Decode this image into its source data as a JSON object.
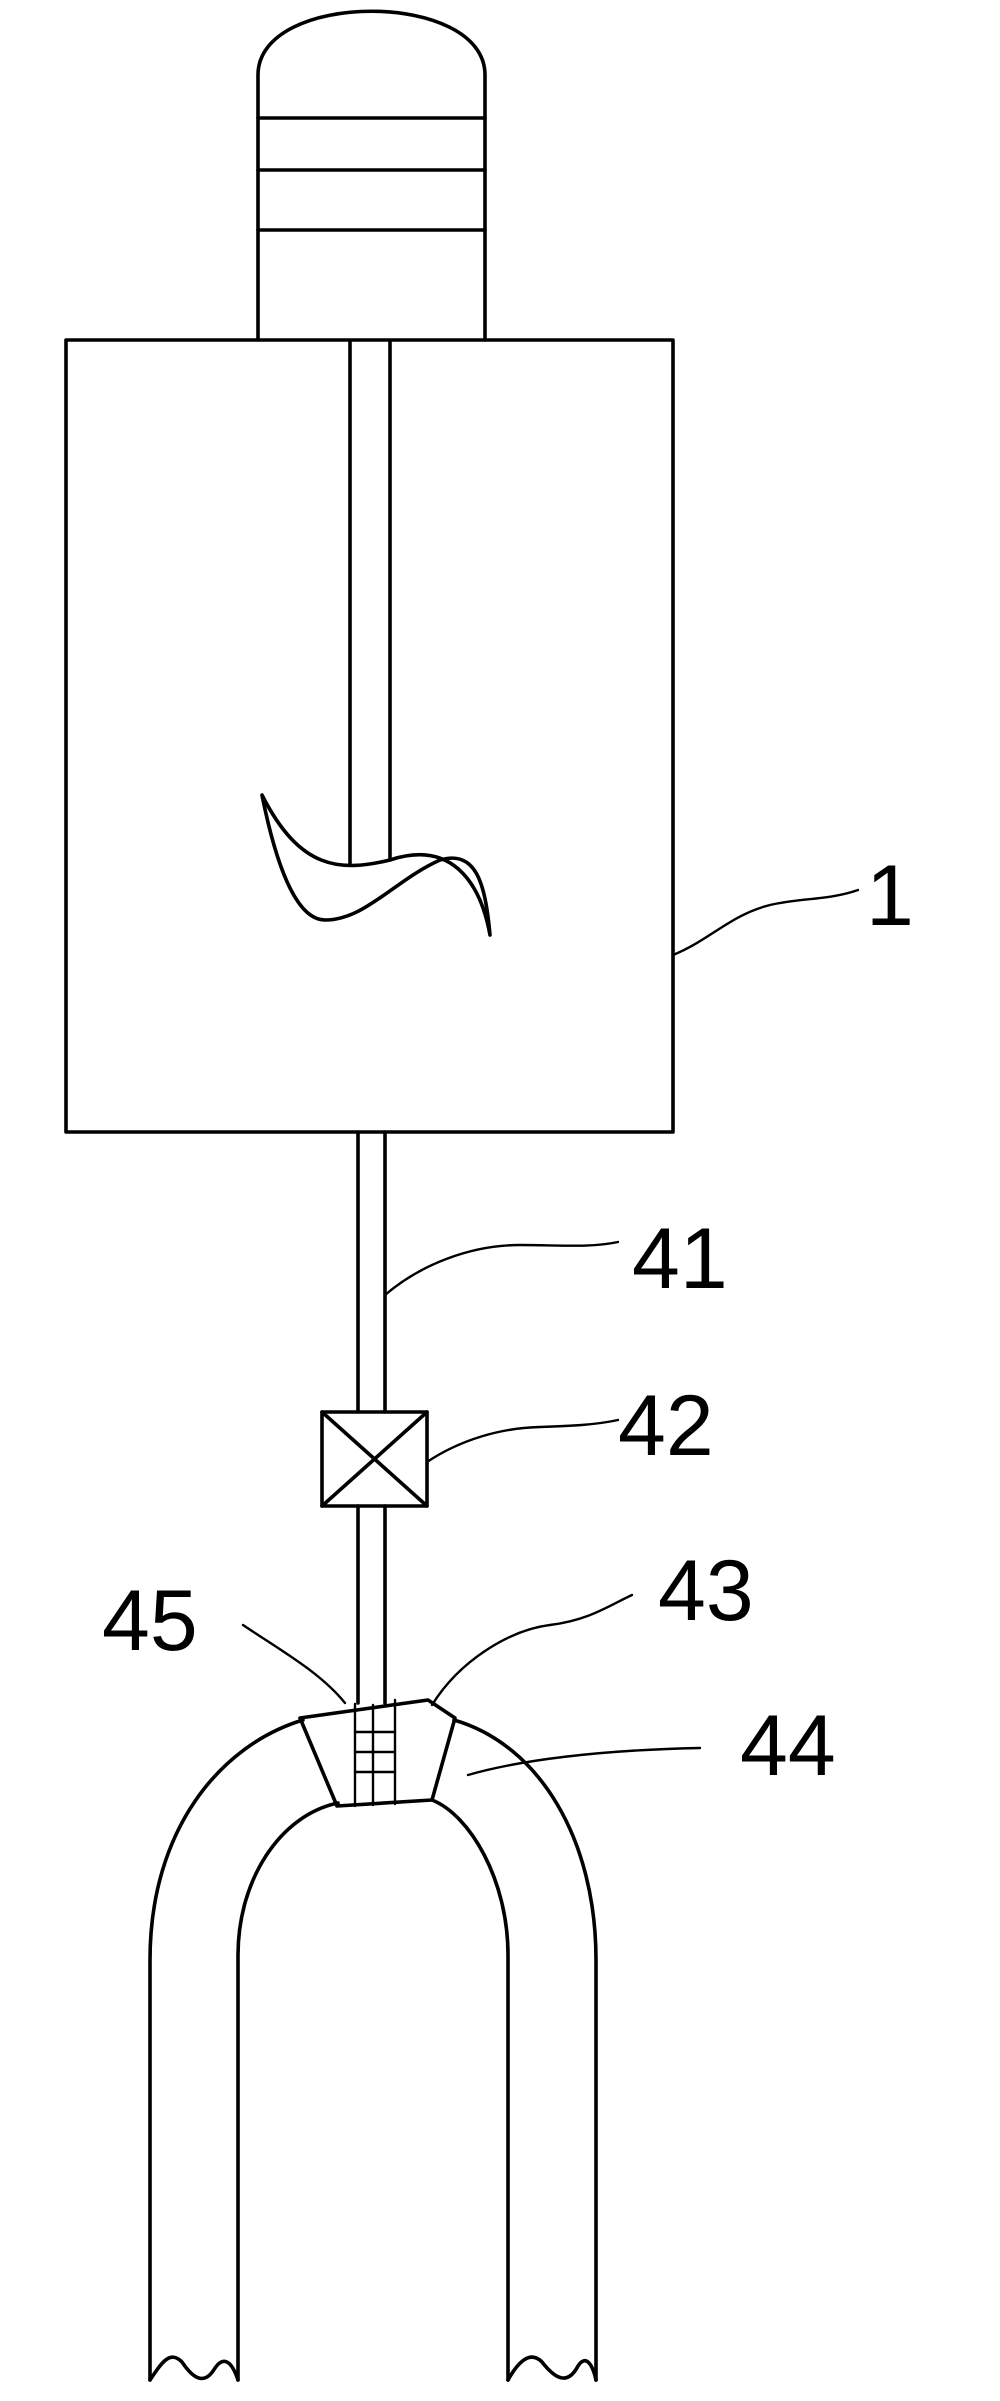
{
  "labels": {
    "tank": "1",
    "pipe": "41",
    "valve": "42",
    "nozzle": "43",
    "u_tube": "44",
    "orifice": "45"
  }
}
